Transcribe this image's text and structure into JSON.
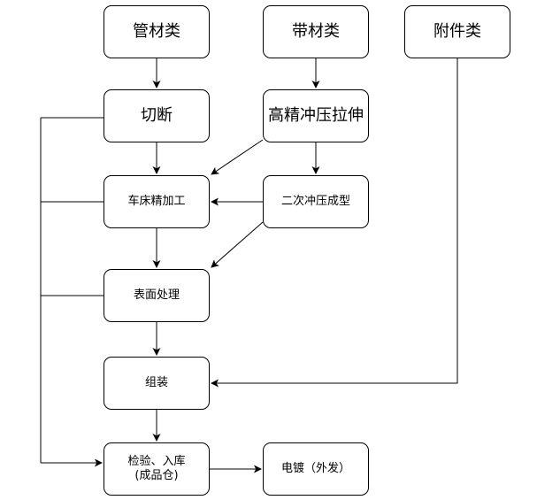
{
  "nodes": {
    "guancai": "管材类",
    "daicai": "带材类",
    "fujian": "附件类",
    "qieduan": "切断",
    "gaojing": "高精冲压拉伸",
    "chechuang": "车床精加工",
    "erci": "二次冲压成型",
    "biaomian": "表面处理",
    "zuzhuang": "组装",
    "jianyan": "检验、入库\n(成品仓)",
    "diandu": "电镀（外发）"
  },
  "colors": {
    "stroke": "#000000",
    "fill": "#ffffff",
    "text": "#000000"
  }
}
